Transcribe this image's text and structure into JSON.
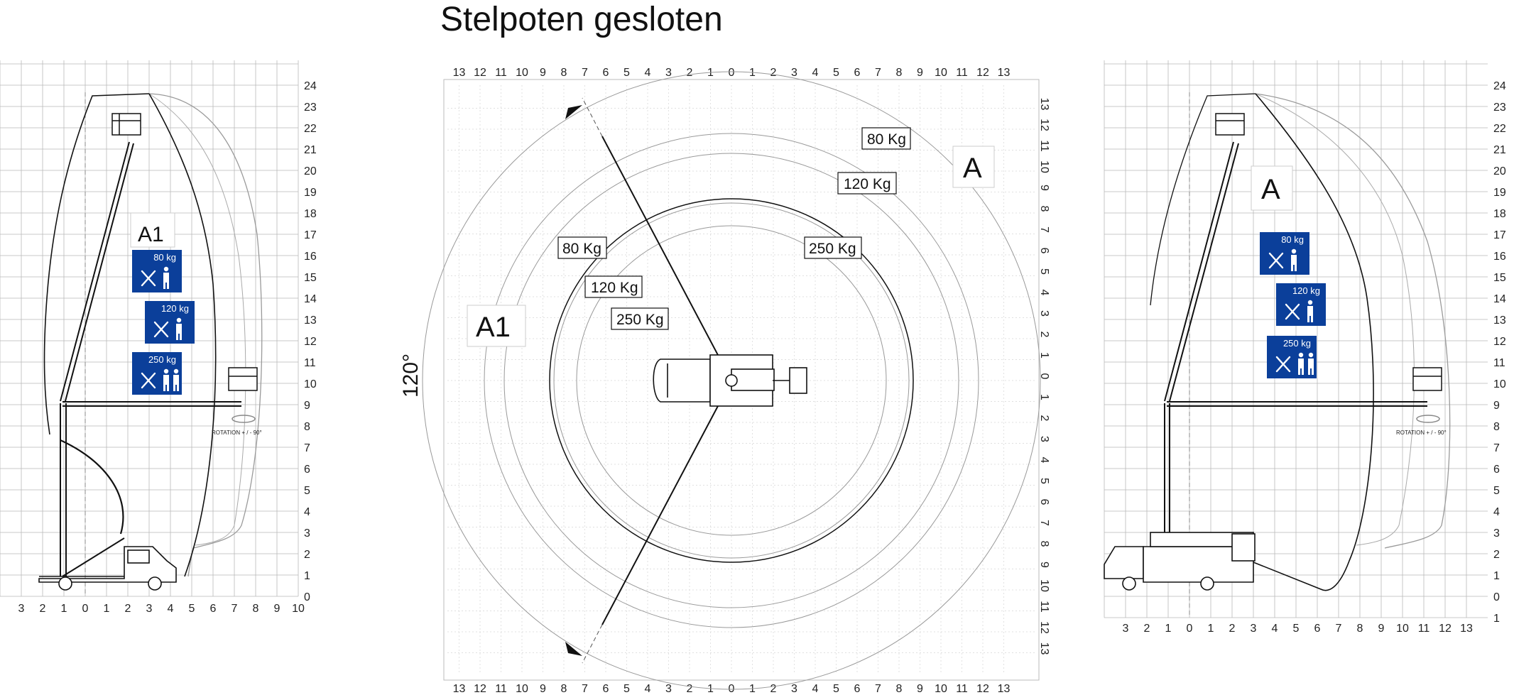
{
  "title": "Stelpoten gesloten",
  "colors": {
    "sign_blue": "#0b3f9a",
    "grid": "#b9b9b9",
    "line": "#111111",
    "faint": "#9a9a9a"
  },
  "icons": [
    "tools-icon",
    "worker-icon",
    "truck-icon",
    "basket-icon",
    "arrowhead-icon"
  ],
  "left_panel": {
    "zone_label": "A1",
    "rotation_text": "ROTATION + / - 90°",
    "x_ticks": [
      "3",
      "2",
      "1",
      "0",
      "1",
      "2",
      "3",
      "4",
      "5",
      "6",
      "7",
      "8",
      "9",
      "10"
    ],
    "y_ticks": [
      "0",
      "1",
      "2",
      "3",
      "4",
      "5",
      "6",
      "7",
      "8",
      "9",
      "10",
      "11",
      "12",
      "13",
      "14",
      "15",
      "16",
      "17",
      "18",
      "19",
      "20",
      "21",
      "22",
      "23",
      "24"
    ],
    "signs": [
      {
        "load": "80 kg",
        "workers": 1
      },
      {
        "load": "120 kg",
        "workers": 1
      },
      {
        "load": "250 kg",
        "workers": 2
      }
    ]
  },
  "center_panel": {
    "angle_label": "120°",
    "zone_a": "A",
    "zone_a1": "A1",
    "x_ticks": [
      "13",
      "12",
      "11",
      "10",
      "9",
      "8",
      "7",
      "6",
      "5",
      "4",
      "3",
      "2",
      "1",
      "0",
      "1",
      "2",
      "3",
      "4",
      "5",
      "6",
      "7",
      "8",
      "9",
      "10",
      "11",
      "12",
      "13"
    ],
    "y_ticks": [
      "13",
      "12",
      "11",
      "10",
      "9",
      "8",
      "7",
      "6",
      "5",
      "4",
      "3",
      "2",
      "1",
      "0",
      "1",
      "2",
      "3",
      "4",
      "5",
      "6",
      "7",
      "8",
      "9",
      "10",
      "11",
      "12",
      "13"
    ],
    "load_labels_a": [
      "80 Kg",
      "120 Kg",
      "250 Kg"
    ],
    "load_labels_a1": [
      "80 Kg",
      "120 Kg",
      "250 Kg"
    ]
  },
  "right_panel": {
    "zone_label": "A",
    "rotation_text": "ROTATION + / - 90°",
    "x_ticks": [
      "3",
      "2",
      "1",
      "0",
      "1",
      "2",
      "3",
      "4",
      "5",
      "6",
      "7",
      "8",
      "9",
      "10",
      "11",
      "12",
      "13"
    ],
    "y_ticks": [
      "1",
      "0",
      "1",
      "2",
      "3",
      "4",
      "5",
      "6",
      "7",
      "8",
      "9",
      "10",
      "11",
      "12",
      "13",
      "14",
      "15",
      "16",
      "17",
      "18",
      "19",
      "20",
      "21",
      "22",
      "23",
      "24"
    ],
    "signs": [
      {
        "load": "80 kg",
        "workers": 1
      },
      {
        "load": "120 kg",
        "workers": 1
      },
      {
        "load": "250 kg",
        "workers": 2
      }
    ]
  }
}
